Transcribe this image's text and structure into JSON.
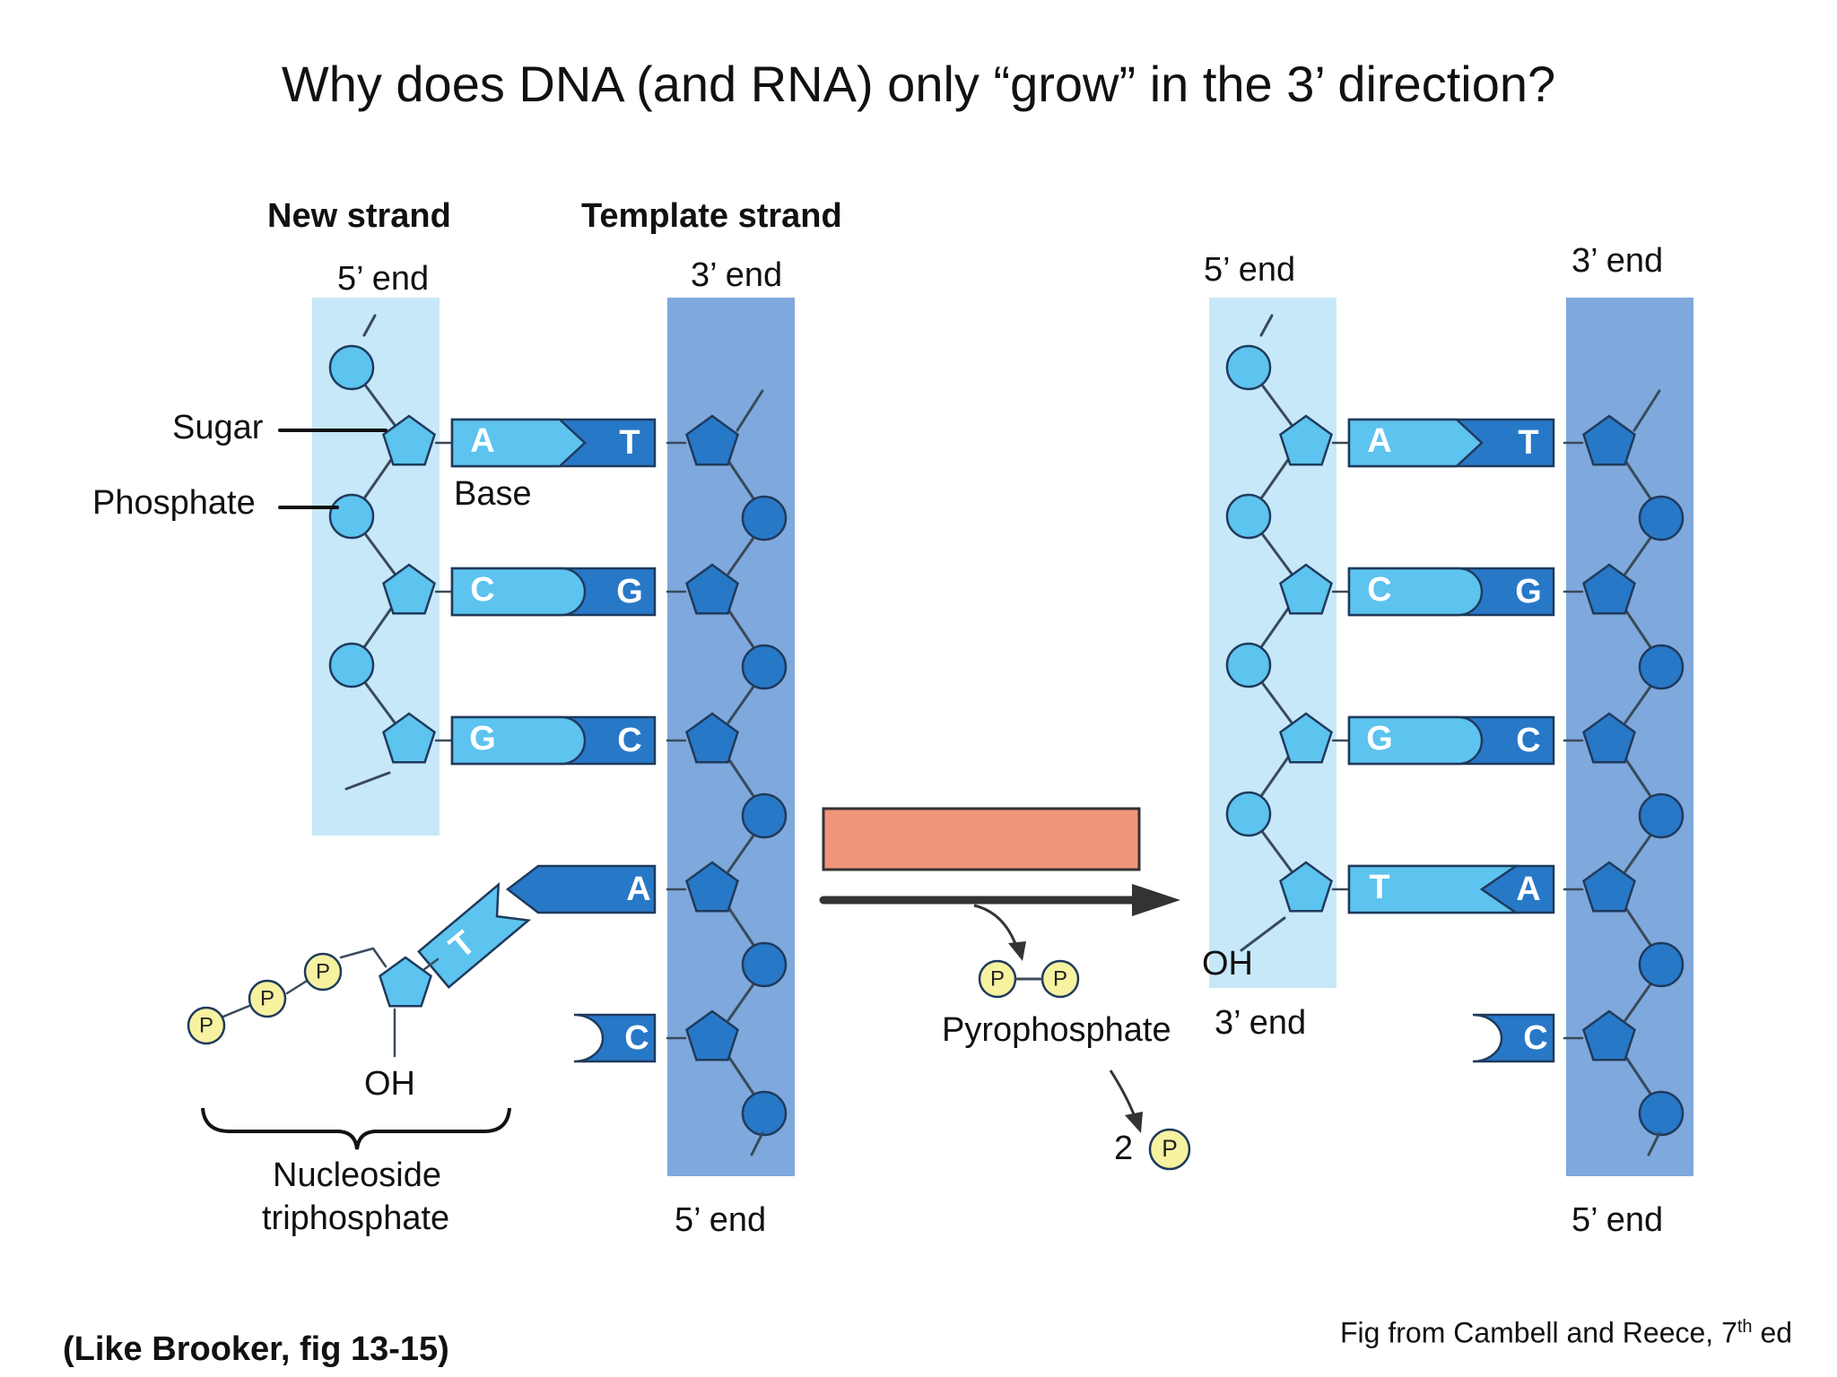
{
  "slide": {
    "title": "Why does DNA (and RNA) only “grow” in the 3’ direction?",
    "footer_left": "(Like Brooker, fig 13-15)",
    "footer_right": "Fig from Cambell and Reece, 7",
    "footer_right_sup": "th",
    "footer_right_tail": " ed"
  },
  "left_panel": {
    "new_strand_header": "New strand",
    "template_strand_header": "Template strand",
    "new_strand_top_end": "5’ end",
    "template_top_end": "3’ end",
    "template_bottom_end": "5’ end",
    "sugar_label": "Sugar",
    "phosphate_label": "Phosphate",
    "base_label": "Base",
    "pairs": [
      {
        "new": "A",
        "template": "T"
      },
      {
        "new": "C",
        "template": "G"
      },
      {
        "new": "G",
        "template": "C"
      }
    ],
    "incoming_template_base": "A",
    "incoming_nucleotide_base": "T",
    "unpaired_template_base": "C",
    "phosphate_symbol": "P",
    "oh_label": "OH",
    "nucleoside_label_line1": "Nucleoside",
    "nucleoside_label_line2": "triphosphate"
  },
  "reaction": {
    "pyrophosphate_label": "Pyrophosphate",
    "pyrophosphate_symbols": [
      "P",
      "P"
    ],
    "product_count": "2",
    "product_symbol": "P",
    "box_color": "#f0957a"
  },
  "right_panel": {
    "new_strand_top_end": "5’ end",
    "template_top_end": "3’ end",
    "template_bottom_end": "5’ end",
    "new_strand_oh": "OH",
    "new_strand_bottom_end": "3’ end",
    "pairs": [
      {
        "new": "A",
        "template": "T"
      },
      {
        "new": "C",
        "template": "G"
      },
      {
        "new": "G",
        "template": "C"
      },
      {
        "new": "T",
        "template": "A"
      }
    ],
    "unpaired_template_base": "C"
  },
  "colors": {
    "new_strand_bg": "#c6e8f8",
    "template_bg": "#7fa8dc",
    "light_blue": "#5dc3ef",
    "dark_blue": "#2878c8",
    "phosphate_yellow": "#f7f2a0"
  }
}
